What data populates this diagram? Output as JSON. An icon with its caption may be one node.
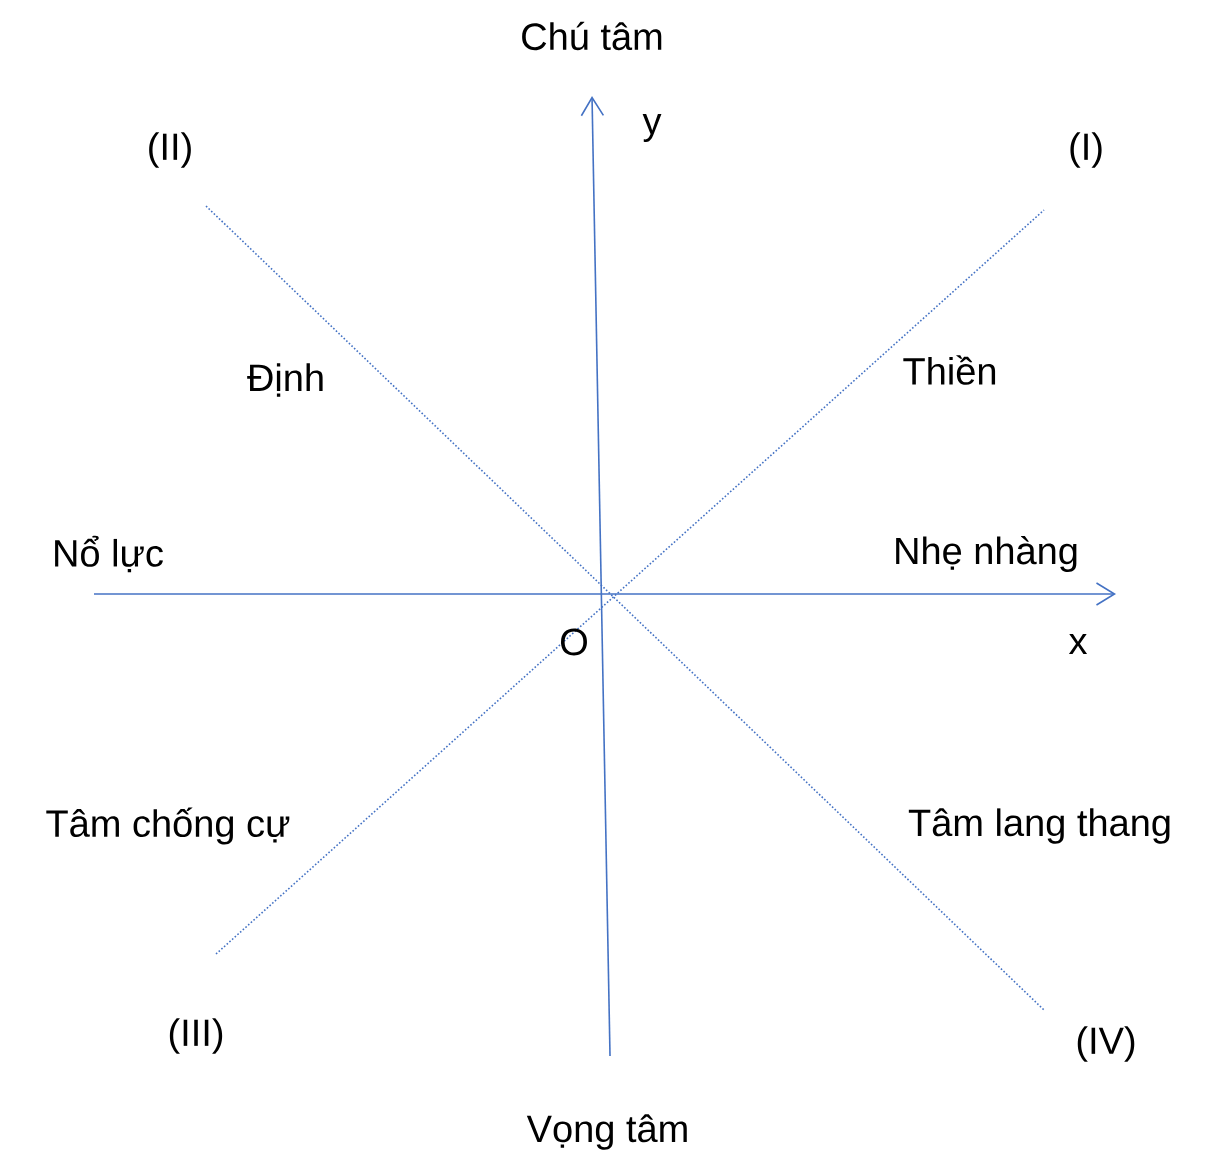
{
  "diagram": {
    "labels": [
      "Chú tâm",
      "y",
      "(II)",
      "(I)",
      "Định",
      "Thiền",
      "Nổ lực",
      "Nhẹ nhàng",
      "O",
      "x",
      "Tâm chống cự",
      "Tâm lang thang",
      "(III)",
      "(IV)",
      "Vọng tâm"
    ]
  }
}
